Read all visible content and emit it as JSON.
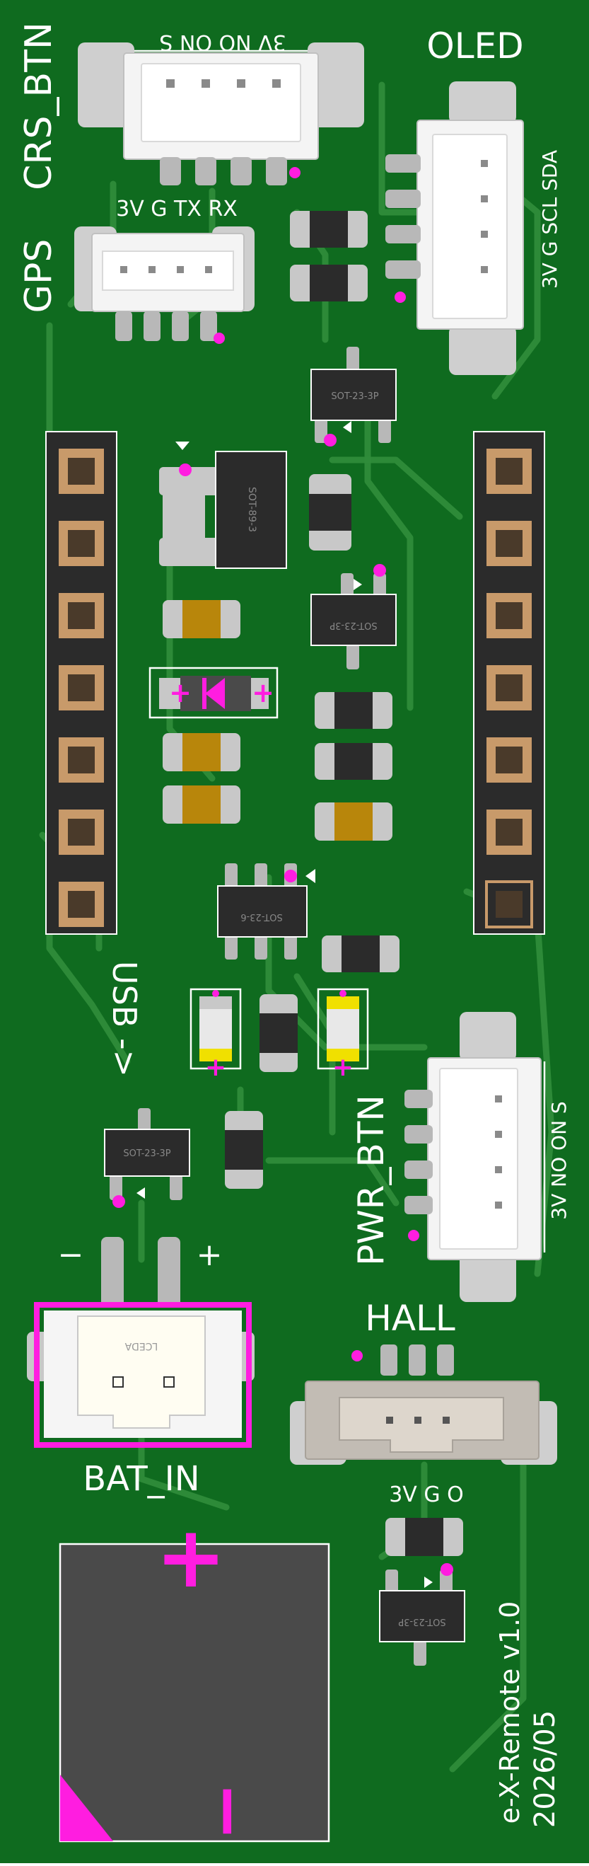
{
  "board": {
    "colors": {
      "substrate": "#0f6b1f",
      "trace": "#2f8c3a",
      "silkscreen": "#ffffff",
      "pad": "#c8c8c8",
      "ic_body": "#2b2b2b",
      "capacitor": "#b8860b",
      "pin1_marker": "#ff1de0",
      "connector": "#f2f2f2"
    },
    "labels": {
      "crs_btn": "CRS_BTN",
      "crs_btn_pins": "3V NO ON S",
      "gps": "GPS",
      "gps_pins": "3V G TX RX",
      "oled": "OLED",
      "oled_pins": "3V G SCL SDA",
      "usb": "USB ->",
      "pwr_btn": "PWR_BTN",
      "pwr_btn_pins": "3V NO ON S",
      "hall": "HALL",
      "hall_pins": "3V G O",
      "bat_in": "BAT_IN",
      "bat_minus": "−",
      "bat_plus": "+",
      "coin_plus": "+",
      "coin_minus": "−",
      "title": "e-X-Remote v1.0",
      "date": "2026/05",
      "bat_connector_text": "LCEDA"
    },
    "packages": {
      "sot23_a": "SOT-23-3P",
      "sot89": "SOT-89-3",
      "sot23_b": "SOT-23-3P",
      "sot23_6": "SOT-23-6",
      "sot23_c": "SOT-23-3P",
      "sot23_d": "SOT-23-3P"
    }
  }
}
